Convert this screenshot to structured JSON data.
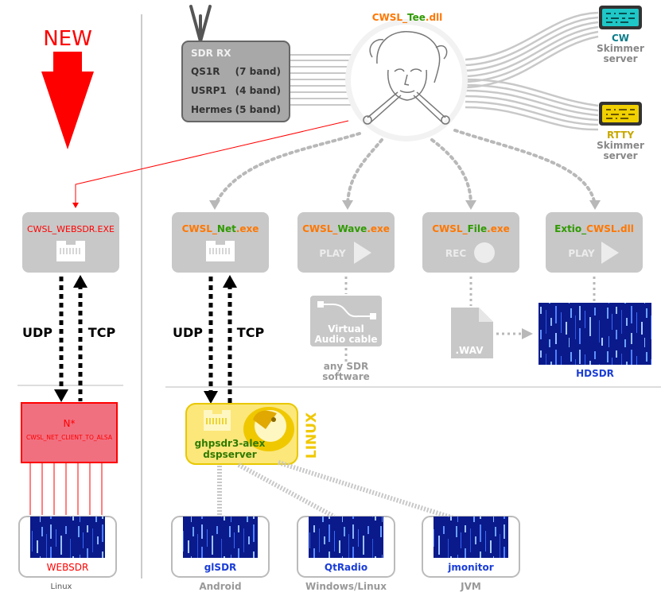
{
  "new_label": "NEW",
  "sdr_rx": {
    "title": "SDR RX",
    "rows": [
      {
        "name": "QS1R",
        "bands": "(7 band)"
      },
      {
        "name": "USRP1",
        "bands": "(4 band)"
      },
      {
        "name": "Hermes",
        "bands": "(5 band)"
      }
    ]
  },
  "tee": {
    "prefix": "CWSL_",
    "main": "Tee",
    "ext": ".dll"
  },
  "cw": {
    "title": "CW",
    "line1": "Skimmer",
    "line2": "server"
  },
  "rtty": {
    "title": "RTTY",
    "line1": "Skimmer",
    "line2": "server"
  },
  "websdr_exe": "CWSL_WEBSDR.EXE",
  "net": {
    "prefix": "CWSL_",
    "main": "Net",
    "ext": ".exe"
  },
  "wave": {
    "prefix": "CWSL_",
    "main": "Wave",
    "ext": ".exe",
    "action": "PLAY"
  },
  "file": {
    "prefix": "CWSL_",
    "main": "File",
    "ext": ".exe",
    "action": "REC"
  },
  "extio": {
    "prefix": "Extio_",
    "main": "CWSL",
    "ext": ".dll",
    "action": "PLAY"
  },
  "protocols": {
    "udp": "UDP",
    "tcp": "TCP"
  },
  "virtual_cable": {
    "line1": "Virtual",
    "line2": "Audio cable"
  },
  "any_sdr": {
    "line1": "any SDR",
    "line2": "software"
  },
  "wav": ".WAV",
  "hdsdr": "HDSDR",
  "nstar": {
    "title": "N*",
    "sub": "CWSL_NET_CLIENT_TO_ALSA"
  },
  "websdr": "WEBSDR",
  "linux_caption": "Linux",
  "ghpsdr": {
    "line1": "ghpsdr3-alex",
    "line2": "dspserver",
    "os": "LINUX"
  },
  "clients": [
    {
      "name": "glSDR",
      "platform": "Android"
    },
    {
      "name": "QtRadio",
      "platform": "Windows/Linux"
    },
    {
      "name": "jmonitor",
      "platform": "JVM"
    }
  ],
  "colors": {
    "orange": "#ff7700",
    "green": "#2f9a00",
    "blue": "#1a3dd8",
    "red": "#ff0000",
    "teal": "#0d7c8a",
    "gold": "#c8a800"
  }
}
